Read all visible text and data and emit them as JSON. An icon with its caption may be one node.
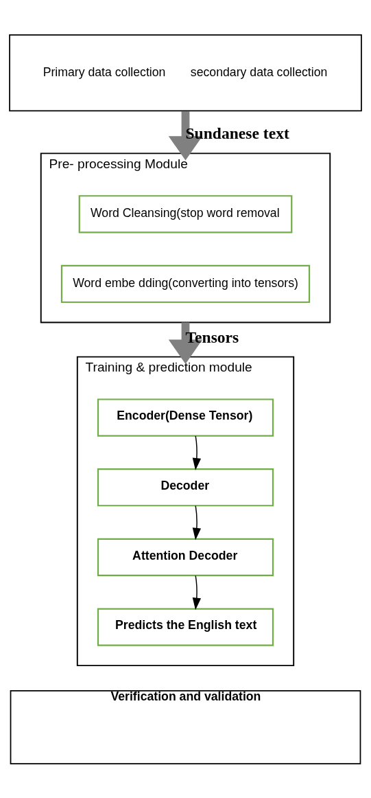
{
  "diagram": {
    "nodes": [
      {
        "text": [
          "Primary data collection",
          "secondary data collection"
        ]
      },
      {
        "text": [
          "Pre- processing Module"
        ]
      },
      {
        "text": [
          "Word Cleansing(stop word removal"
        ],
        "in": 1
      },
      {
        "text": [
          "Word embe dding(converting into tensors)"
        ],
        "in": 1
      },
      {
        "text": [
          "Training & prediction module"
        ]
      },
      {
        "text": [
          "Encoder(Dense Tensor)"
        ],
        "in": 4
      },
      {
        "text": [
          "Decoder"
        ],
        "in": 4
      },
      {
        "text": [
          "Attention Decoder"
        ],
        "in": 4
      },
      {
        "text": [
          "Predicts the English text"
        ],
        "in": 4
      },
      {
        "text": [
          "Verification and validation"
        ]
      }
    ],
    "edges": [
      {
        "from": 0,
        "to": 1,
        "arrow": "to",
        "label": "Sundanese text",
        "style": "thick",
        "color": "#808080"
      },
      {
        "from": 1,
        "to": 4,
        "arrow": "to",
        "label": "Tensors",
        "style": "thick",
        "color": "#808080"
      },
      {
        "from": 5,
        "to": 6,
        "arrow": "to"
      },
      {
        "from": 6,
        "to": 7,
        "arrow": "to"
      },
      {
        "from": 7,
        "to": 8,
        "arrow": "to"
      }
    ]
  }
}
